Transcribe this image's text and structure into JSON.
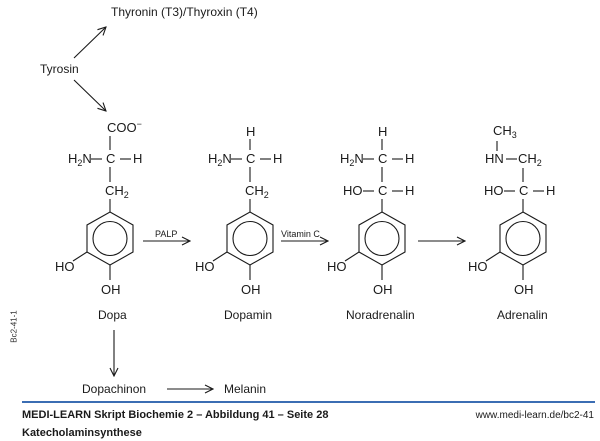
{
  "diagram": {
    "title": "Katecholaminsynthese",
    "top_branch": {
      "source": "Tyrosin",
      "upper_product": "Thyronin (T3)/Thyroxin (T4)"
    },
    "molecules": [
      {
        "name": "Dopa",
        "side_chain": [
          "COO⁻",
          "H₂N — C — H",
          "CH₂"
        ],
        "ring_substituents": [
          "HO",
          "OH"
        ]
      },
      {
        "name": "Dopamin",
        "side_chain": [
          "H",
          "H₂N — C — H",
          "CH₂"
        ],
        "ring_substituents": [
          "HO",
          "OH"
        ]
      },
      {
        "name": "Noradrenalin",
        "side_chain": [
          "H",
          "H₂N — C — H",
          "HO — C — H"
        ],
        "ring_substituents": [
          "HO",
          "OH"
        ]
      },
      {
        "name": "Adrenalin",
        "side_chain": [
          "CH₃",
          "HN — CH₂",
          "HO — C — H"
        ],
        "ring_substituents": [
          "HO",
          "OH"
        ]
      }
    ],
    "arrows": [
      {
        "from": "Tyrosin",
        "to": "Thyronin (T3)/Thyroxin (T4)",
        "label": ""
      },
      {
        "from": "Tyrosin",
        "to": "Dopa",
        "label": ""
      },
      {
        "from": "Dopa",
        "to": "Dopamin",
        "label": "PALP"
      },
      {
        "from": "Dopamin",
        "to": "Noradrenalin",
        "label": "Vitamin C"
      },
      {
        "from": "Noradrenalin",
        "to": "Adrenalin",
        "label": ""
      },
      {
        "from": "Dopa",
        "to": "Dopachinon",
        "label": ""
      },
      {
        "from": "Dopachinon",
        "to": "Melanin",
        "label": ""
      }
    ],
    "bottom_branch": {
      "intermediate": "Dopachinon",
      "product": "Melanin"
    }
  },
  "footer": {
    "title": "MEDI-LEARN Skript Biochemie 2 – Abbildung 41 – Seite 28",
    "subtitle": "Katecholaminsynthese",
    "url": "www.medi-learn.de/bc2-41",
    "side_code": "Bc2-41-1",
    "accent_color": "#3b6db3"
  },
  "text": {
    "tyrosin": "Tyrosin",
    "thyronin": "Thyronin (T3)/Thyroxin (T4)",
    "coo": "COO",
    "coo_charge": "−",
    "h": "H",
    "h2n_H": "H",
    "h2n_N": "N",
    "two": "2",
    "three": "3",
    "c": "C",
    "ch": "CH",
    "ho": "HO",
    "oh": "OH",
    "hn": "HN",
    "dopa": "Dopa",
    "dopamin": "Dopamin",
    "noradrenalin": "Noradrenalin",
    "adrenalin": "Adrenalin",
    "palp": "PALP",
    "vitc": "Vitamin C",
    "dopachinon": "Dopachinon",
    "melanin": "Melanin"
  }
}
